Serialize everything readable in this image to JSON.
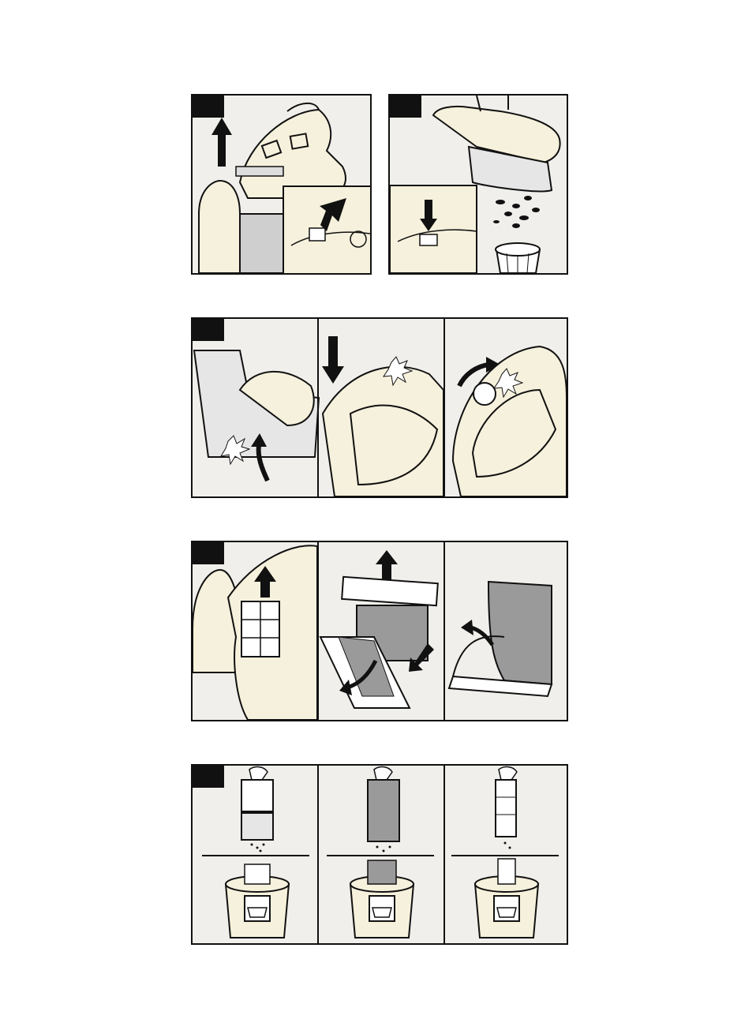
{
  "manual": {
    "colors": {
      "outline": "#111111",
      "panel_bg": "#f0efeb",
      "appliance": "#f6f1dc",
      "filter_gray": "#9a9a9a"
    },
    "figures": [
      {
        "id": "figure-1-dust-container-removal",
        "icons": [
          "arrow-up-icon",
          "arrow-down-icon",
          "latch-button-icon"
        ]
      },
      {
        "id": "figure-2-dust-emptying",
        "icons": [
          "arrow-down-icon",
          "dust-particles-icon",
          "bin-icon"
        ]
      },
      {
        "id": "figure-3-reinsert-container",
        "icons": [
          "arrow-up-curved-icon",
          "arrow-down-icon",
          "arrow-rotate-icon",
          "click-burst-icon"
        ]
      },
      {
        "id": "figure-4-filter-removal",
        "icons": [
          "arrow-up-icon",
          "arrow-curved-icon",
          "filter-pleat-icon"
        ]
      },
      {
        "id": "figure-5-filter-cleaning",
        "icons": [
          "hand-icon",
          "dust-particles-icon",
          "wash-basin-icon"
        ]
      }
    ]
  }
}
